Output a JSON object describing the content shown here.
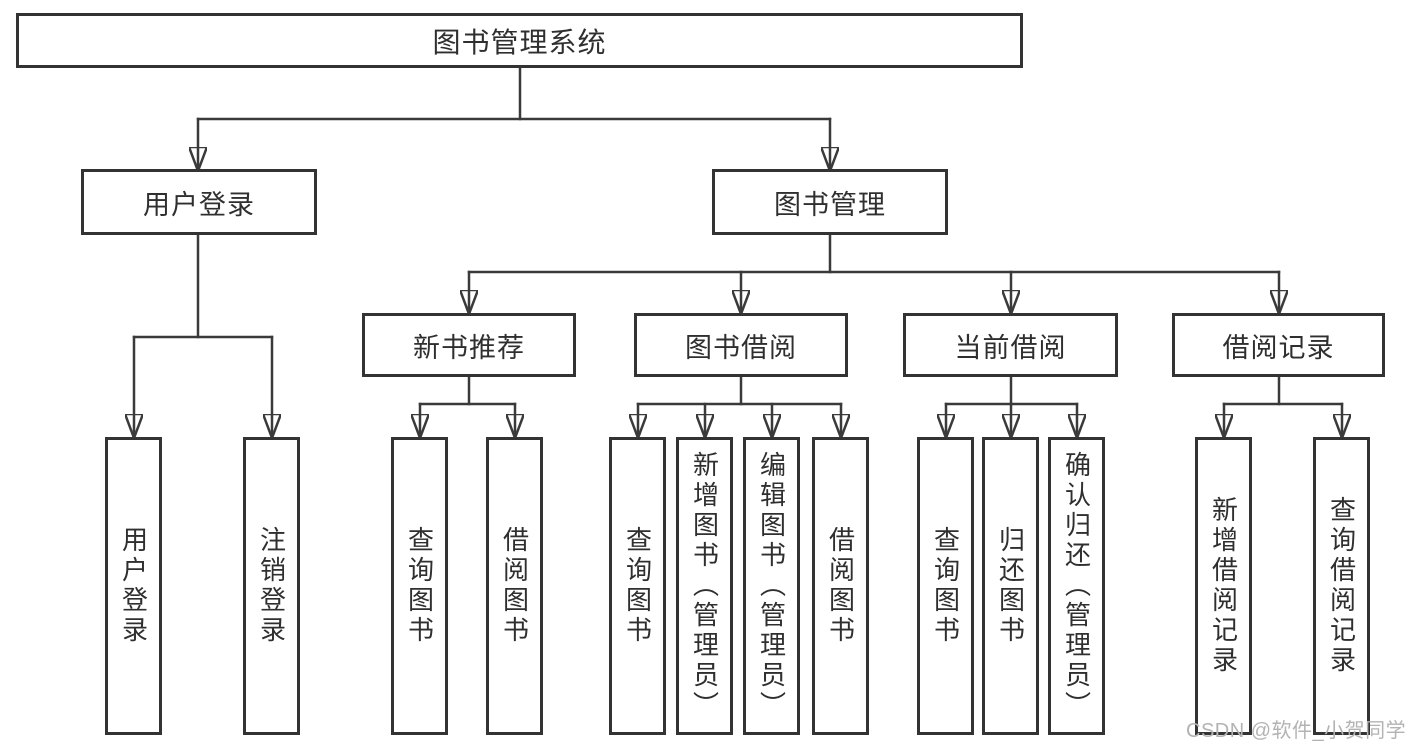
{
  "diagram": {
    "root": {
      "label": "图书管理系统"
    },
    "branches": {
      "user_login": {
        "label": "用户登录",
        "children": [
          {
            "label": "用户登录"
          },
          {
            "label": "注销登录"
          }
        ]
      },
      "book_mgmt": {
        "label": "图书管理"
      },
      "new_book_rec": {
        "label": "新书推荐",
        "children": [
          {
            "label": "查询图书"
          },
          {
            "label": "借阅图书"
          }
        ]
      },
      "book_borrow": {
        "label": "图书借阅",
        "children": [
          {
            "label": "查询图书"
          },
          {
            "label": "新增图书（管理员）"
          },
          {
            "label": "编辑图书（管理员）"
          },
          {
            "label": "借阅图书"
          }
        ]
      },
      "current_borrow": {
        "label": "当前借阅",
        "children": [
          {
            "label": "查询图书"
          },
          {
            "label": "归还图书"
          },
          {
            "label": "确认归还（管理员）"
          }
        ]
      },
      "borrow_records": {
        "label": "借阅记录",
        "children": [
          {
            "label": "新增借阅记录"
          },
          {
            "label": "查询借阅记录"
          }
        ]
      }
    }
  },
  "watermark": {
    "text": "CSDN @软件_小贺同学"
  },
  "colors": {
    "line": "#3a3a3a",
    "box_border": "#333333",
    "box_fill": "#ffffff",
    "text": "#2f2f2f",
    "watermark": "#b3b3b3",
    "background": "#ffffff"
  }
}
